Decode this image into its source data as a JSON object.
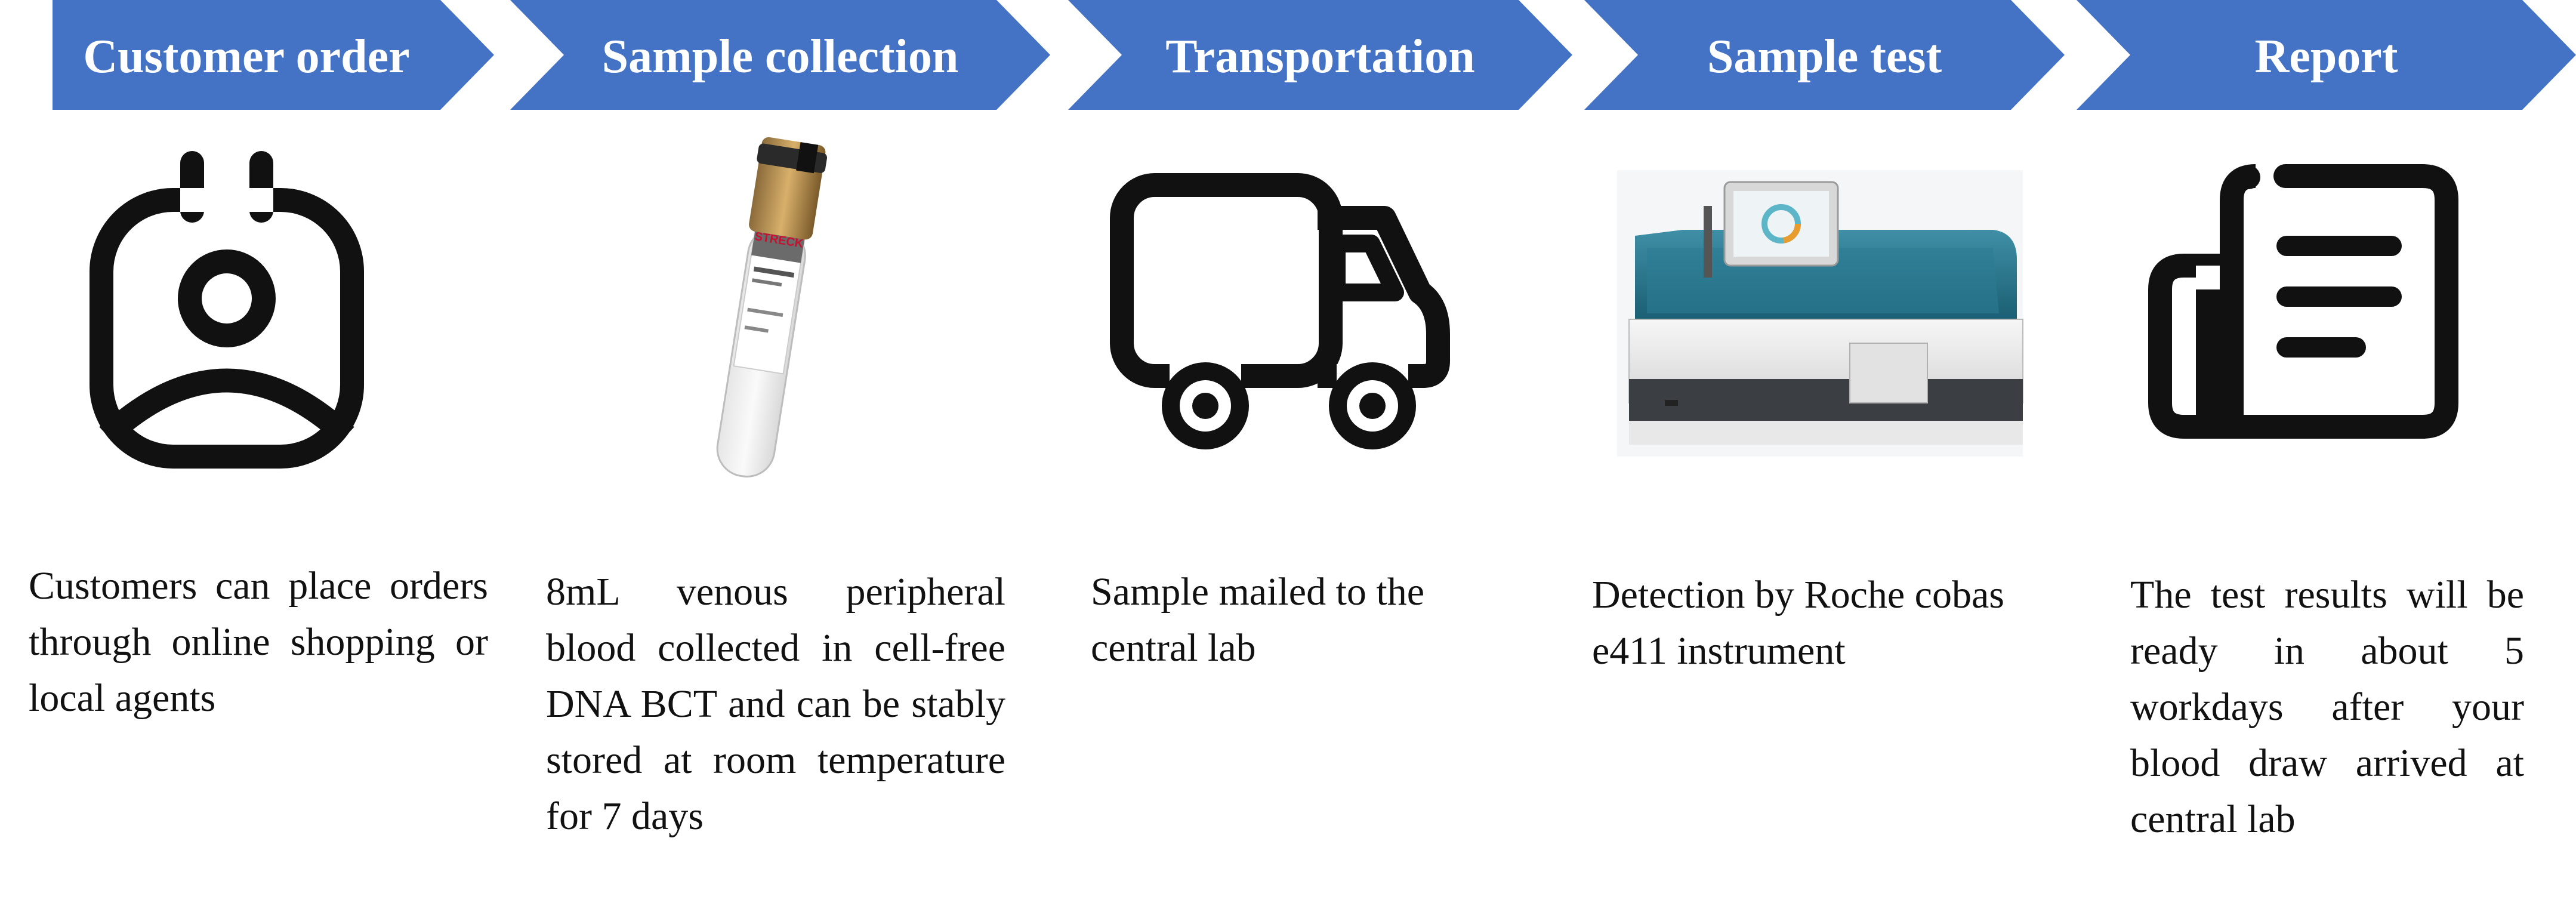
{
  "colors": {
    "chevron": "#4472C4",
    "chevron_text": "#FFFFFF",
    "icon": "#111111"
  },
  "steps": [
    {
      "title": "Customer order",
      "icon": "calendar-person-icon",
      "description": "Customers can place orders through online shopping or local agents"
    },
    {
      "title": "Sample collection",
      "icon": "blood-collection-tube-image",
      "tube_brand": "STRECK",
      "description": "8mL venous peripheral blood collected in cell-free DNA BCT and can be stably stored at room temperature for 7 days"
    },
    {
      "title": "Transportation",
      "icon": "delivery-truck-icon",
      "description": "Sample mailed to the central lab"
    },
    {
      "title": "Sample test",
      "icon": "roche-analyzer-image",
      "description": "Detection by Roche cobas e411 instrument"
    },
    {
      "title": "Report",
      "icon": "report-document-icon",
      "description": "The test results will be ready in about 5 workdays after your blood draw arrived at central lab"
    }
  ]
}
